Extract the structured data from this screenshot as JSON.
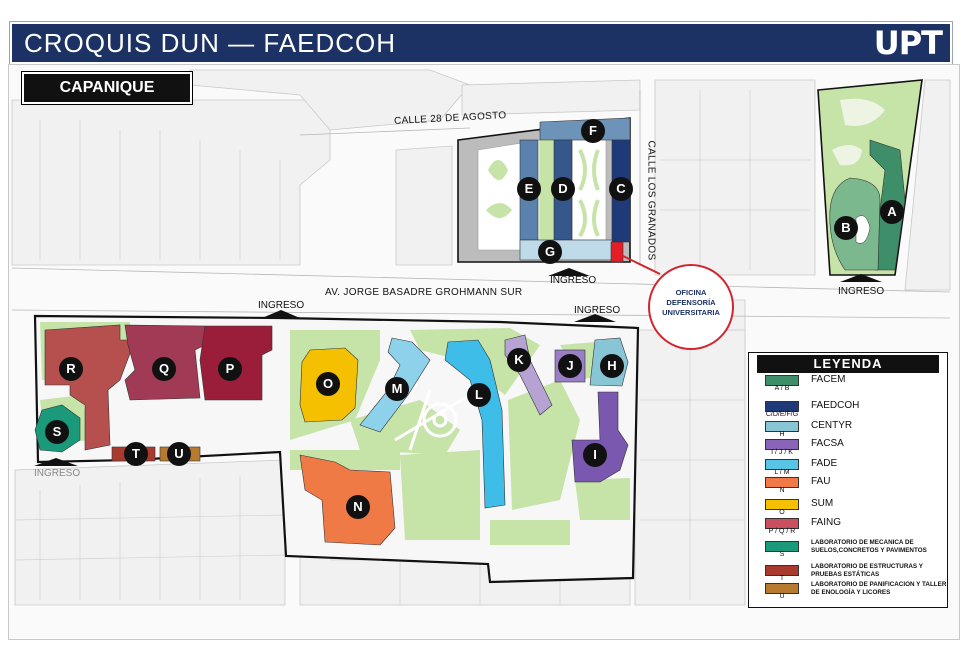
{
  "header": {
    "title": "CROQUIS DUN — FAEDCOH",
    "logo": "UPT"
  },
  "area_label": "CAPANIQUE",
  "streets": {
    "agosto": "CALLE 28 DE AGOSTO",
    "granados": "CALLE LOS GRANADOS",
    "basadre": "AV. JORGE BASADRE GROHMANN SUR"
  },
  "entrances": {
    "label": "INGRESO"
  },
  "office": {
    "text": "OFICINA\nDEFENSORÍA\nUNIVERSITARIA"
  },
  "buildings": [
    "A",
    "B",
    "C",
    "D",
    "E",
    "F",
    "G",
    "H",
    "I",
    "J",
    "K",
    "L",
    "M",
    "N",
    "O",
    "P",
    "Q",
    "R",
    "S",
    "T",
    "U"
  ],
  "legend": {
    "title": "LEYENDA",
    "items": [
      {
        "code": "A / B",
        "label": "FACEM",
        "color": "#3e8e6a"
      },
      {
        "code": "C/D/E/F/G",
        "label": "FAEDCOH",
        "color": "#1f3a78"
      },
      {
        "code": "H",
        "label": "CENTYR",
        "color": "#88c6d6"
      },
      {
        "code": "I / J / K",
        "label": "FACSA",
        "color": "#8a64b8"
      },
      {
        "code": "L / M",
        "label": "FADE",
        "color": "#58c4e6"
      },
      {
        "code": "N",
        "label": "FAU",
        "color": "#f07a45"
      },
      {
        "code": "O",
        "label": "SUM",
        "color": "#f5c000"
      },
      {
        "code": "P / Q / R",
        "label": "FAING",
        "color": "#c94e5e"
      },
      {
        "code": "S",
        "label": "LABORATORIO DE MECANICA DE SUELOS,CONCRETOS Y PAVIMENTOS",
        "color": "#1a9a7a"
      },
      {
        "code": "T",
        "label": "LABORATORIO DE ESTRUCTURAS Y PRUEBAS ESTÁTICAS",
        "color": "#a83a2e"
      },
      {
        "code": "U",
        "label": "LABORATORIO DE PANIFICACION Y TALLER DE ENOLOGÍA Y LICORES",
        "color": "#b87a2e"
      }
    ]
  },
  "colors": {
    "header": "#1c3164",
    "green": "#c6e3a8",
    "road": "#ffffff",
    "block": "#f0f0f0",
    "faing_r": "#b5504e",
    "faing_q": "#a03a55",
    "faing_p": "#9a1e3a",
    "office_red": "#d1262f"
  }
}
